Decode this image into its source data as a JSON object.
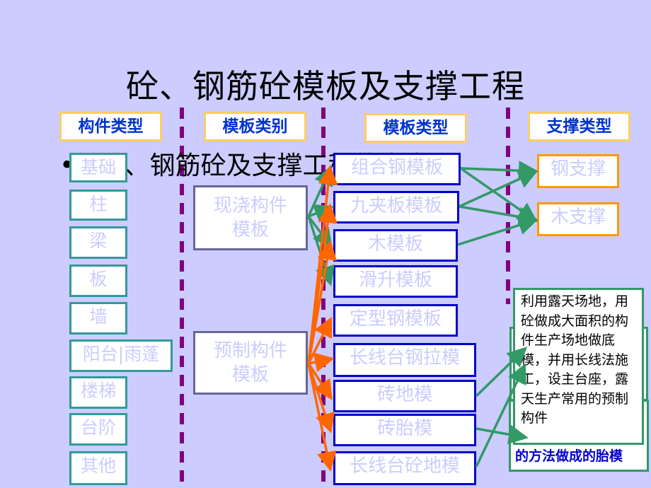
{
  "slide": {
    "title": "砼、钢筋砼模板及支撑工程",
    "bullet": "砼、钢筋砼及支撑工程的内容"
  },
  "headers": [
    "构件类型",
    "模板类别",
    "模板类型",
    "支撑类型"
  ],
  "components": [
    "基础",
    "柱",
    "梁",
    "板",
    "墙",
    "阳台|雨蓬",
    "楼梯",
    "台阶",
    "其他"
  ],
  "categories": [
    "现浇构件\n模板",
    "预制构件\n模板"
  ],
  "mold_types": [
    "组合钢模板",
    "九夹板模板",
    "木模板",
    "滑升模板",
    "定型钢模板",
    "长线台钢拉模",
    "砖地模",
    "砖胎模",
    "长线台砼地模"
  ],
  "supports": [
    "钢支撑",
    "木支撑"
  ],
  "notes": {
    "main": "利用露天场地，用砼做成大面积的构件生产场地做底模，并用长线法施工，设主台座，露天生产常用的预制构件",
    "tail": "的方法做成的胎模"
  },
  "colors": {
    "background": "#ccccff",
    "header_text": "#0033cc",
    "header_border": "#ffcc66",
    "divider": "#800080",
    "arrow_green": "#339966",
    "arrow_orange": "#ff6600",
    "mold_border": "#0000cc",
    "support_border": "#ff9900"
  }
}
